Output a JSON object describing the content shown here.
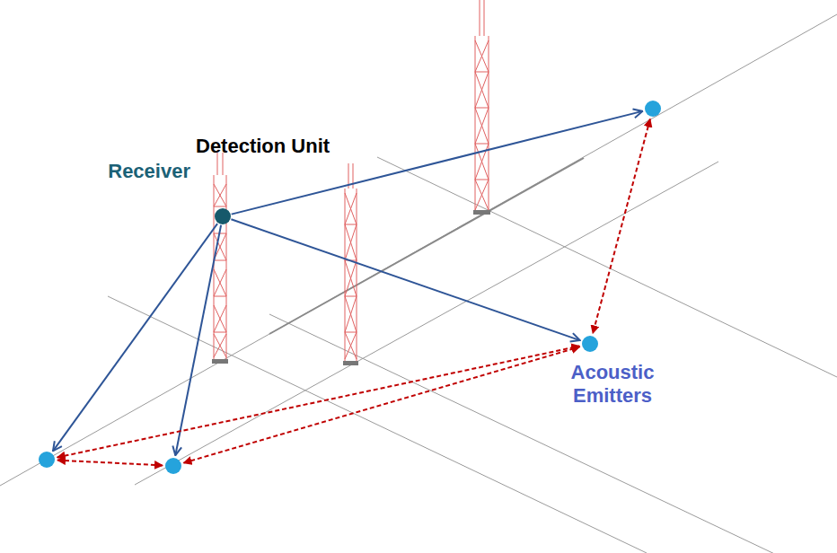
{
  "diagram": {
    "nodes": [
      {
        "text": [
          "Receiver"
        ]
      },
      {
        "text": []
      },
      {
        "text": [
          "Acoustic Emitters"
        ]
      },
      {
        "text": []
      },
      {
        "text": []
      }
    ],
    "edges": [
      {
        "from": 0,
        "to": 1,
        "arrow": "to"
      },
      {
        "from": 0,
        "to": 2,
        "arrow": "to"
      },
      {
        "from": 0,
        "to": 3,
        "arrow": "to"
      },
      {
        "from": 0,
        "to": 4,
        "arrow": "to"
      },
      {
        "from": 1,
        "to": 2,
        "arrow": "both"
      },
      {
        "from": 3,
        "to": 4,
        "arrow": "both"
      },
      {
        "from": 3,
        "to": 2,
        "arrow": "both"
      },
      {
        "from": 4,
        "to": 2,
        "arrow": "both"
      }
    ],
    "labels": [
      "Detection Unit"
    ]
  }
}
